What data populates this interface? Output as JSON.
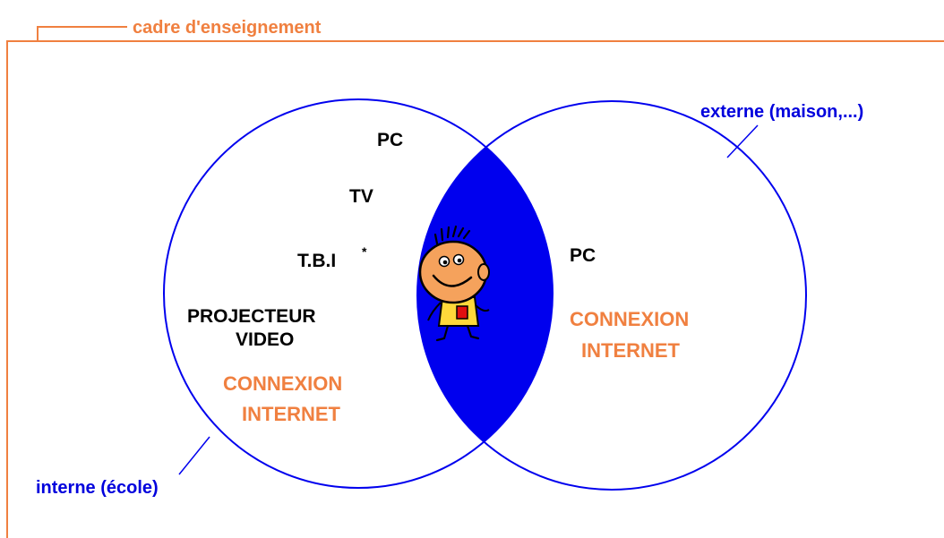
{
  "frame": {
    "title": "cadre d'enseignement",
    "color": "#f08040"
  },
  "circles": {
    "left_label": "interne (école)",
    "right_label": "externe (maison,...)",
    "stroke_color": "#0000ee",
    "intersection_color": "#0000ee"
  },
  "left_items": {
    "pc": "PC",
    "tv": "TV",
    "tbi": "T.B.I",
    "tbi_mark": "*",
    "projector_line1": "PROJECTEUR",
    "projector_line2": "VIDEO",
    "connexion_line1": "CONNEXION",
    "connexion_line2": "INTERNET"
  },
  "right_items": {
    "pc": "PC",
    "connexion_line1": "CONNEXION",
    "connexion_line2": "INTERNET"
  },
  "mascot": {
    "icon": "cartoon-child-icon"
  }
}
